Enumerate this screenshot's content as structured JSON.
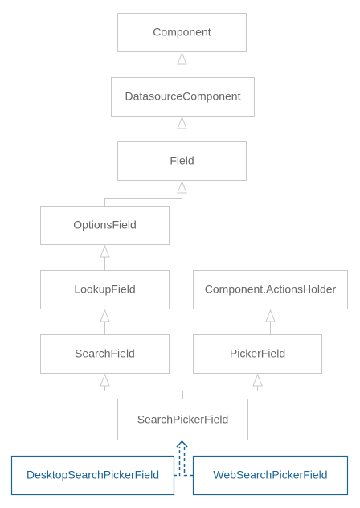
{
  "diagram": {
    "colors": {
      "background": "#ffffff",
      "box_border": "#c8c8c8",
      "box_text": "#666666",
      "connector": "#c8c8c8",
      "highlight": "#1a6496"
    },
    "nodes": {
      "component": "Component",
      "datasource_component": "DatasourceComponent",
      "field": "Field",
      "options_field": "OptionsField",
      "lookup_field": "LookupField",
      "search_field": "SearchField",
      "actions_holder": "Component.ActionsHolder",
      "picker_field": "PickerField",
      "search_picker_field": "SearchPickerField",
      "desktop_search_picker_field": "DesktopSearchPickerField",
      "web_search_picker_field": "WebSearchPickerField"
    }
  }
}
